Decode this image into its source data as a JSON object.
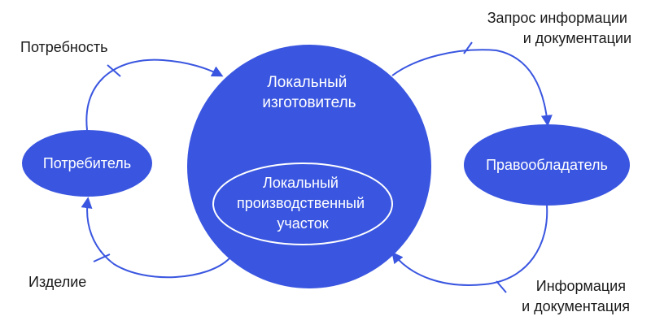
{
  "colors": {
    "node_fill": "#3a56e0",
    "arrow": "#3a56e0",
    "node_text": "#ffffff",
    "label_text": "#1a1a1a",
    "background": "#ffffff"
  },
  "nodes": {
    "local_manufacturer": {
      "line1": "Локальный",
      "line2": "изготовитель"
    },
    "production_site": {
      "line1": "Локальный",
      "line2": "производственный",
      "line3": "участок"
    },
    "consumer": {
      "label": "Потребитель"
    },
    "rights_holder": {
      "label": "Правообладатель"
    }
  },
  "edges": {
    "need": {
      "label": "Потребность"
    },
    "product": {
      "label": "Изделие"
    },
    "info_request": {
      "line1": "Запрос информации",
      "line2": "и документации"
    },
    "info_docs": {
      "line1": "Информация",
      "line2": "и документация"
    }
  }
}
